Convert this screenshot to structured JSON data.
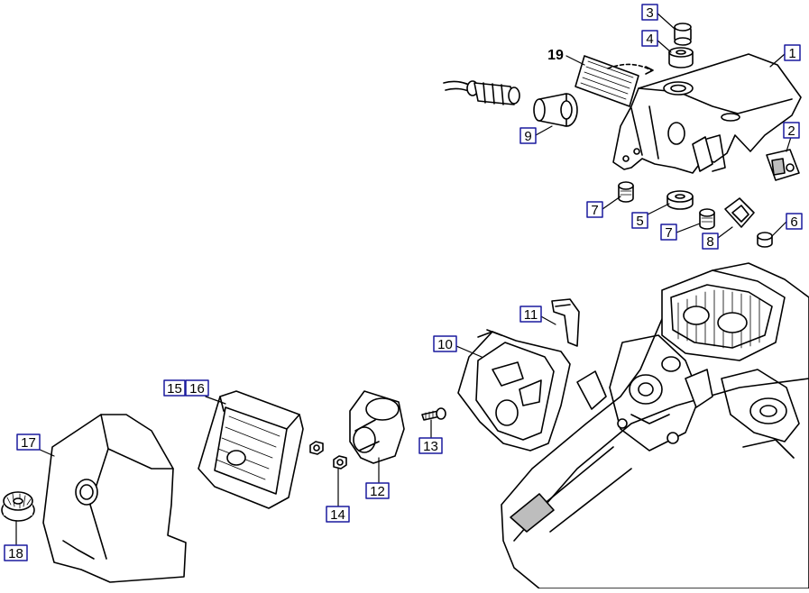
{
  "diagram": {
    "callouts": [
      {
        "id": "c1",
        "label": "1",
        "boxed": true
      },
      {
        "id": "c2",
        "label": "2",
        "boxed": true
      },
      {
        "id": "c3",
        "label": "3",
        "boxed": true
      },
      {
        "id": "c4",
        "label": "4",
        "boxed": true
      },
      {
        "id": "c5",
        "label": "5",
        "boxed": true
      },
      {
        "id": "c6",
        "label": "6",
        "boxed": true
      },
      {
        "id": "c7a",
        "label": "7",
        "boxed": true
      },
      {
        "id": "c7b",
        "label": "7",
        "boxed": true
      },
      {
        "id": "c8",
        "label": "8",
        "boxed": true
      },
      {
        "id": "c9",
        "label": "9",
        "boxed": true
      },
      {
        "id": "c10",
        "label": "10",
        "boxed": true
      },
      {
        "id": "c11",
        "label": "11",
        "boxed": true
      },
      {
        "id": "c12",
        "label": "12",
        "boxed": true
      },
      {
        "id": "c13",
        "label": "13",
        "boxed": true
      },
      {
        "id": "c14",
        "label": "14",
        "boxed": true
      },
      {
        "id": "c15",
        "label": "15",
        "boxed": true
      },
      {
        "id": "c16",
        "label": "16",
        "boxed": true
      },
      {
        "id": "c17",
        "label": "17",
        "boxed": true
      },
      {
        "id": "c18",
        "label": "18",
        "boxed": true
      },
      {
        "id": "c19",
        "label": "19",
        "boxed": false
      }
    ],
    "colors": {
      "line": "#000000",
      "box_border": "#1a1a9e",
      "box_fill": "#ffffff",
      "part_fill": "#ffffff",
      "shade": "#bdbdbd"
    }
  }
}
